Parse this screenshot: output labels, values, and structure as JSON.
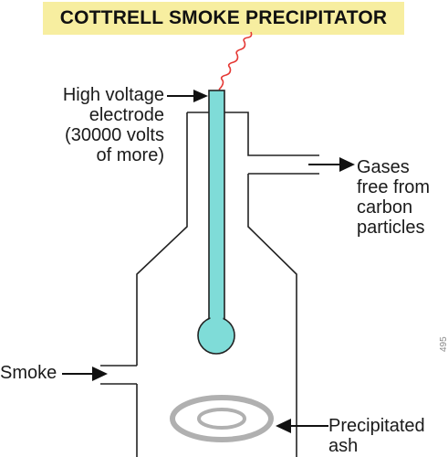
{
  "title": "COTTRELL SMOKE PRECIPITATOR",
  "labels": {
    "electrode": [
      "High voltage",
      "electrode",
      "(30000 volts",
      "of more)"
    ],
    "gases": [
      "Gases",
      "free from",
      "carbon",
      "particles"
    ],
    "smoke": "Smoke",
    "ash": [
      "Precipitated",
      "ash"
    ]
  },
  "watermark": "495",
  "colors": {
    "title_bg": "#f7eea0",
    "electrode": "#7fdcd8",
    "coil": "#e53935",
    "ash": "#b0b0b0",
    "outline": "#222222"
  },
  "icons": [
    "red-coil-icon",
    "arrow-icon"
  ]
}
